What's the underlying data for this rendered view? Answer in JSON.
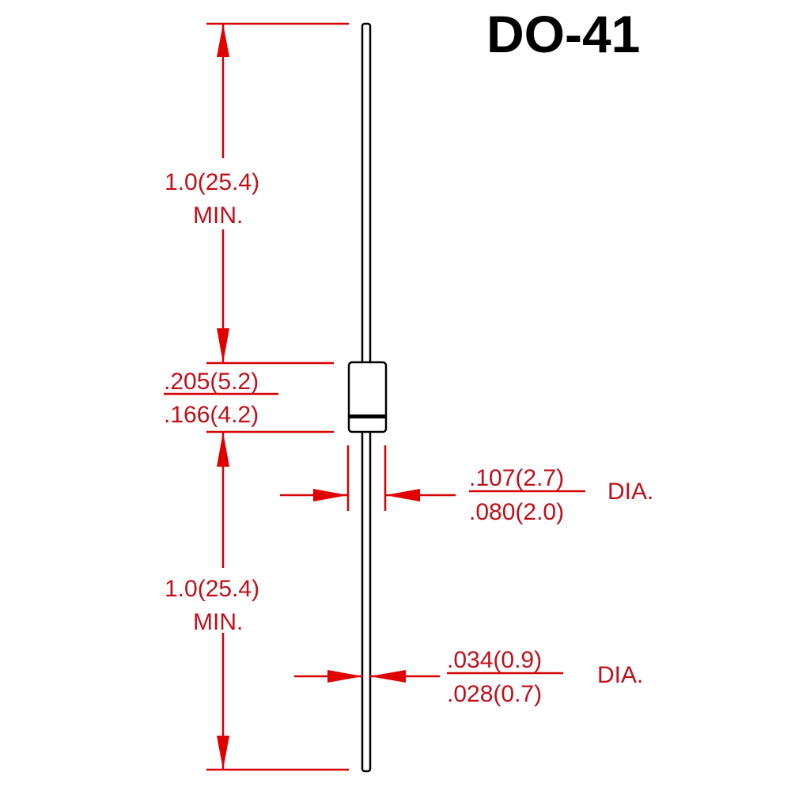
{
  "title": "DO-41",
  "colors": {
    "dimension": "#d40000",
    "dimension_text": "#c0101a",
    "outline": "#000000",
    "background": "#ffffff"
  },
  "dimensions": {
    "top_lead_length": {
      "value": "1.0(25.4)",
      "note": "MIN."
    },
    "body_length": {
      "max": ".205(5.2)",
      "min": ".166(4.2)"
    },
    "body_diameter": {
      "max": ".107(2.7)",
      "min": ".080(2.0)",
      "suffix": "DIA."
    },
    "bottom_lead_length": {
      "value": "1.0(25.4)",
      "note": "MIN."
    },
    "lead_diameter": {
      "max": ".034(0.9)",
      "min": ".028(0.7)",
      "suffix": "DIA."
    }
  }
}
